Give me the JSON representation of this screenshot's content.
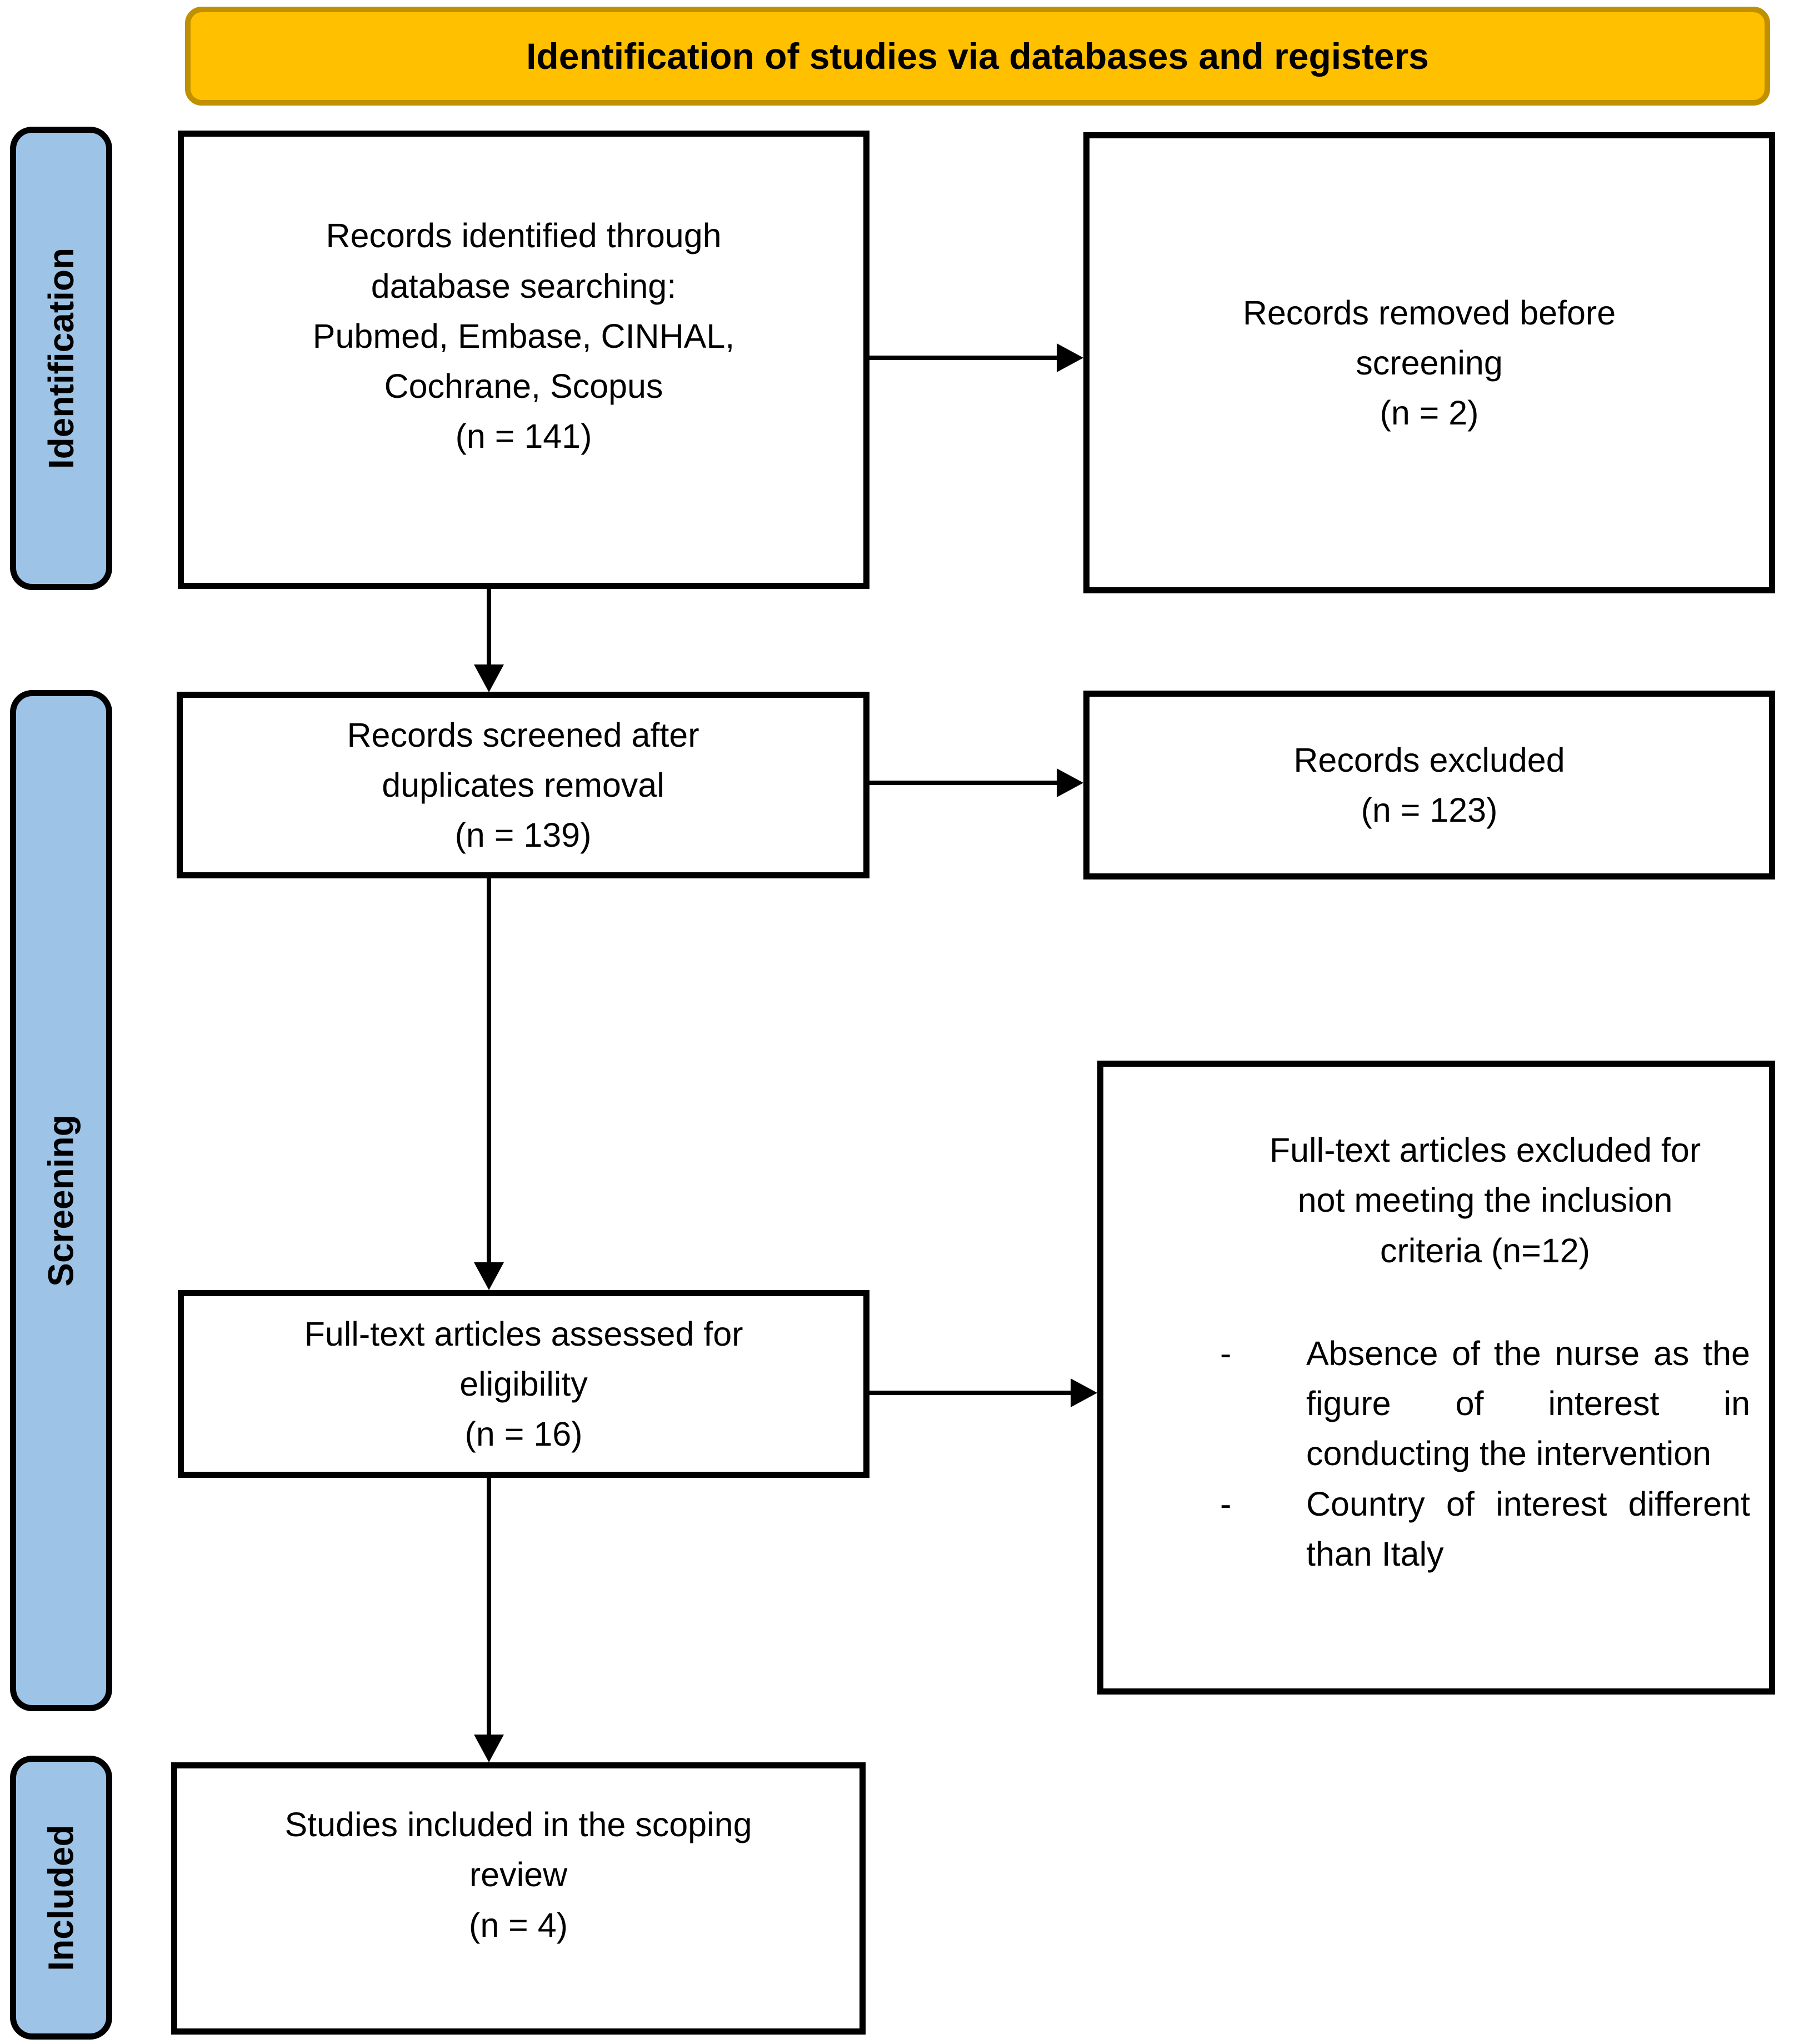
{
  "header": {
    "title": "Identification of studies via databases and registers"
  },
  "stages": [
    {
      "label": "Identification"
    },
    {
      "label": "Screening"
    },
    {
      "label": "Included"
    }
  ],
  "boxes": {
    "identified": {
      "lines": [
        "Records identified through",
        "database searching:",
        "Pubmed, Embase, CINHAL,",
        "Cochrane, Scopus",
        "(n = 141)"
      ]
    },
    "removed_before_screening": {
      "lines": [
        "Records removed before",
        "screening",
        "(n = 2)"
      ]
    },
    "screened": {
      "lines": [
        "Records screened after",
        "duplicates removal",
        "(n = 139)"
      ]
    },
    "records_excluded": {
      "lines": [
        "Records excluded",
        "(n = 123)"
      ]
    },
    "fulltext_assessed": {
      "lines": [
        "Full-text articles assessed for",
        "eligibility",
        "(n = 16)"
      ]
    },
    "fulltext_excluded": {
      "heading_lines": [
        "Full-text articles excluded for",
        "not meeting the inclusion",
        "criteria (n=12)"
      ],
      "bullet_marker": "-",
      "reasons": [
        "Absence of the nurse as the figure of interest in conducting the intervention",
        "Country of interest different than Italy"
      ]
    },
    "included_studies": {
      "lines": [
        "Studies included in the scoping",
        "review",
        "(n = 4)"
      ]
    }
  },
  "colors": {
    "header_fill": "#FFC000",
    "header_border": "#BF9000",
    "stage_fill": "#9DC3E6",
    "box_border": "#000000",
    "connector": "#000000",
    "background": "#FFFFFF"
  }
}
